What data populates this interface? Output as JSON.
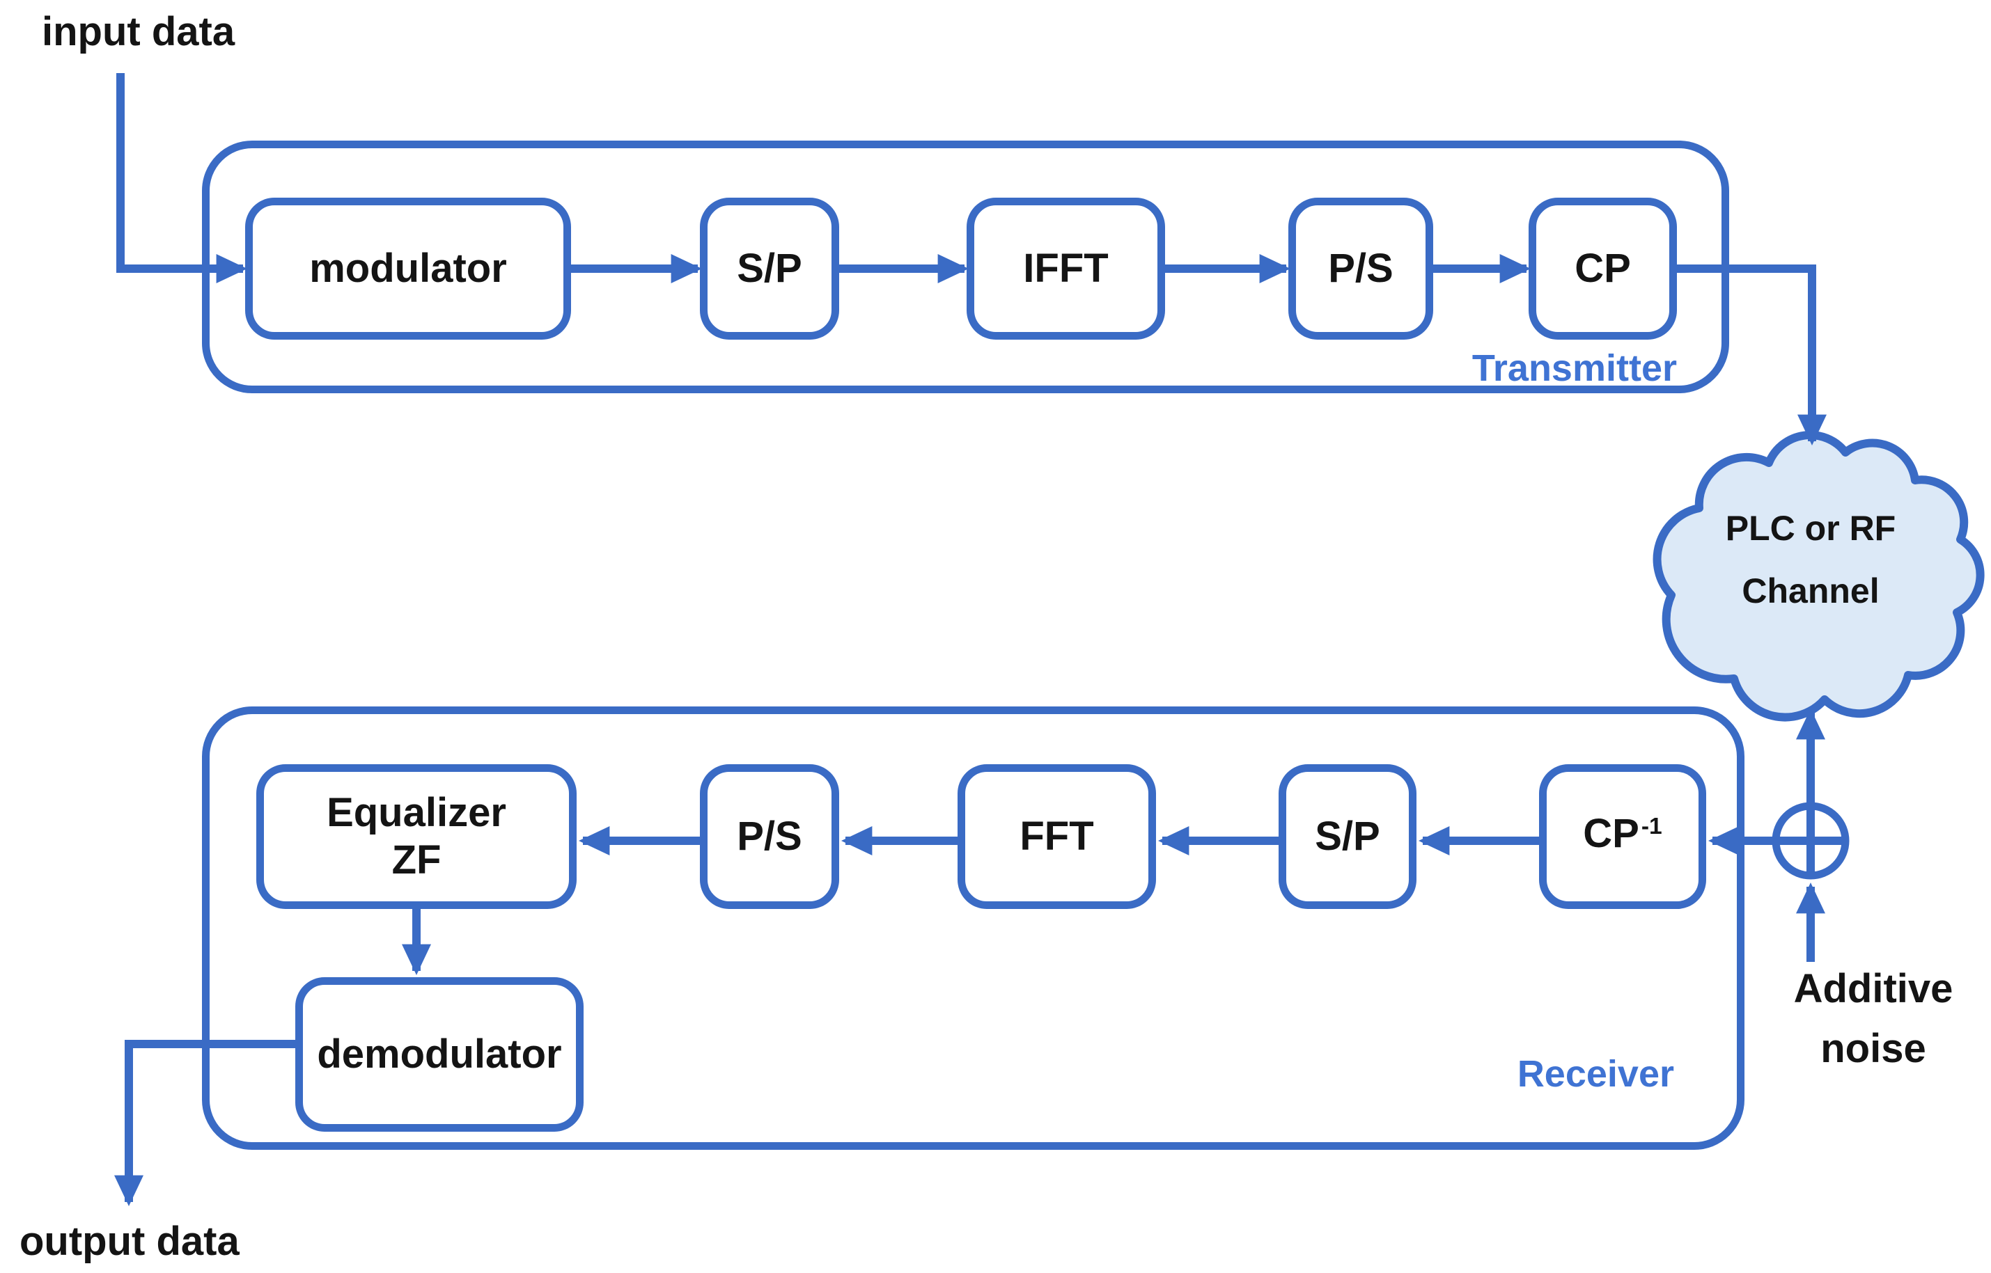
{
  "colors": {
    "line": "#3A6BC5",
    "label": "#3F73D3",
    "cloudfill": "#DCE9F7",
    "text": "#141414"
  },
  "io": {
    "input_label": "input data",
    "output_label": "output data"
  },
  "transmitter": {
    "label": "Transmitter",
    "blocks": [
      {
        "label": "modulator"
      },
      {
        "label": "S/P"
      },
      {
        "label": "IFFT"
      },
      {
        "label": "P/S"
      },
      {
        "label": "CP"
      }
    ]
  },
  "channel": {
    "label_line1": "PLC or RF",
    "label_line2": "Channel"
  },
  "noise": {
    "label_line1": "Additive",
    "label_line2": "noise"
  },
  "receiver": {
    "label": "Receiver",
    "blocks": [
      {
        "label": "CP",
        "sup": "-1"
      },
      {
        "label": "S/P"
      },
      {
        "label": "FFT"
      },
      {
        "label": "P/S"
      },
      {
        "label_line1": "Equalizer",
        "label_line2": "ZF"
      },
      {
        "label": "demodulator"
      }
    ]
  }
}
